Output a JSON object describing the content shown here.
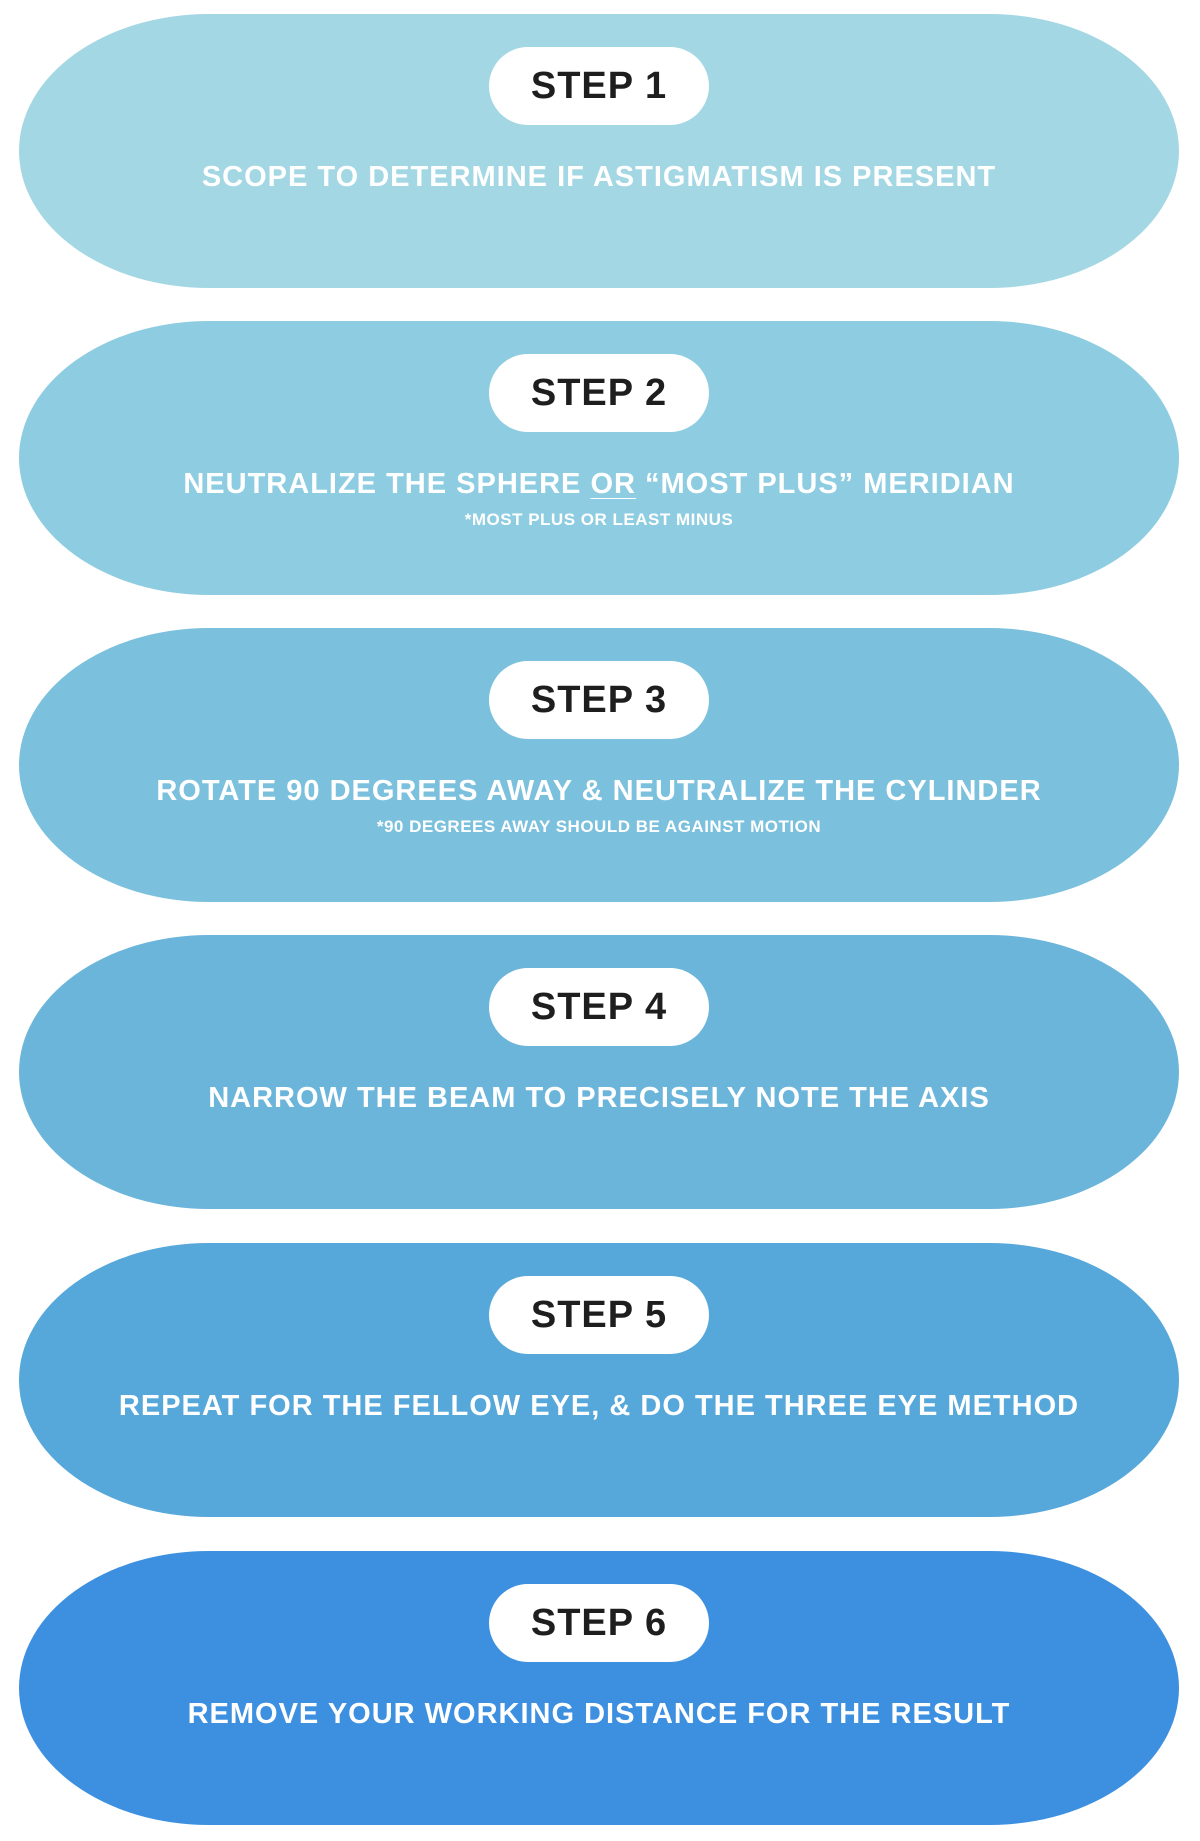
{
  "steps": [
    {
      "label": "STEP 1",
      "title": "SCOPE TO DETERMINE IF ASTIGMATISM IS PRESENT",
      "note": null,
      "color": "#a3d7e3"
    },
    {
      "label": "STEP 2",
      "title_parts": [
        "NEUTRALIZE THE SPHERE ",
        "OR",
        " “MOST PLUS” MERIDIAN"
      ],
      "note": "*MOST PLUS OR LEAST MINUS",
      "color": "#8ecde1"
    },
    {
      "label": "STEP 3",
      "title": "ROTATE 90 DEGREES AWAY & NEUTRALIZE THE CYLINDER",
      "note": "*90 DEGREES AWAY SHOULD BE AGAINST MOTION",
      "color": "#7bc0dc"
    },
    {
      "label": "STEP 4",
      "title": "NARROW THE BEAM TO PRECISELY NOTE THE AXIS",
      "note": null,
      "color": "#6bb5db"
    },
    {
      "label": "STEP 5",
      "title": "REPEAT FOR THE FELLOW EYE, & DO THE THREE EYE METHOD",
      "note": null,
      "color": "#56a7da"
    },
    {
      "label": "STEP 6",
      "title": "REMOVE YOUR WORKING DISTANCE FOR THE RESULT",
      "note": null,
      "color": "#3d8fe0"
    }
  ]
}
